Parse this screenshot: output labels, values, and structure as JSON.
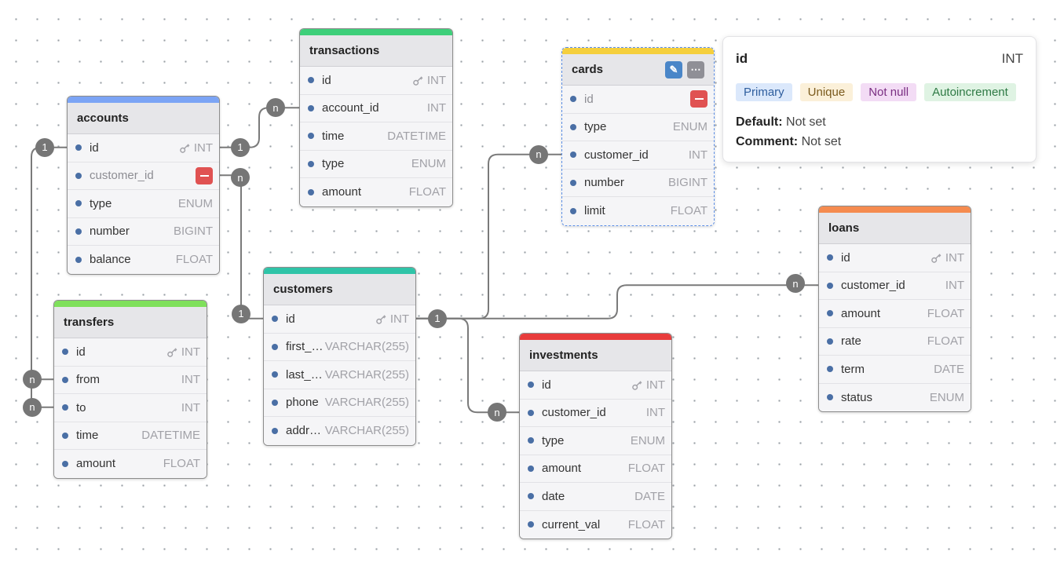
{
  "tables": [
    {
      "id": "accounts",
      "name": "accounts",
      "color": "#7ba4f5",
      "fields": [
        {
          "name": "id",
          "type": "INT",
          "pk": true
        },
        {
          "name": "customer_id",
          "type": "",
          "dim": true,
          "delete": true
        },
        {
          "name": "type",
          "type": "ENUM"
        },
        {
          "name": "number",
          "type": "BIGINT"
        },
        {
          "name": "balance",
          "type": "FLOAT"
        }
      ]
    },
    {
      "id": "transactions",
      "name": "transactions",
      "color": "#3ecf7a",
      "fields": [
        {
          "name": "id",
          "type": "INT",
          "pk": true
        },
        {
          "name": "account_id",
          "type": "INT"
        },
        {
          "name": "time",
          "type": "DATETIME"
        },
        {
          "name": "type",
          "type": "ENUM"
        },
        {
          "name": "amount",
          "type": "FLOAT"
        }
      ]
    },
    {
      "id": "cards",
      "name": "cards",
      "color": "#f5cf3d",
      "selected": true,
      "fields": [
        {
          "name": "id",
          "type": "",
          "dim": true,
          "delete": true
        },
        {
          "name": "type",
          "type": "ENUM"
        },
        {
          "name": "customer_id",
          "type": "INT"
        },
        {
          "name": "number",
          "type": "BIGINT"
        },
        {
          "name": "limit",
          "type": "FLOAT"
        }
      ]
    },
    {
      "id": "loans",
      "name": "loans",
      "color": "#f58b4f",
      "fields": [
        {
          "name": "id",
          "type": "INT",
          "pk": true
        },
        {
          "name": "customer_id",
          "type": "INT"
        },
        {
          "name": "amount",
          "type": "FLOAT"
        },
        {
          "name": "rate",
          "type": "FLOAT"
        },
        {
          "name": "term",
          "type": "DATE"
        },
        {
          "name": "status",
          "type": "ENUM"
        }
      ]
    },
    {
      "id": "transfers",
      "name": "transfers",
      "color": "#7fe05b",
      "fields": [
        {
          "name": "id",
          "type": "INT",
          "pk": true
        },
        {
          "name": "from",
          "type": "INT"
        },
        {
          "name": "to",
          "type": "INT"
        },
        {
          "name": "time",
          "type": "DATETIME"
        },
        {
          "name": "amount",
          "type": "FLOAT"
        }
      ]
    },
    {
      "id": "customers",
      "name": "customers",
      "color": "#2fc4a8",
      "fields": [
        {
          "name": "id",
          "type": "INT",
          "pk": true
        },
        {
          "name": "first_name",
          "type": "VARCHAR(255)"
        },
        {
          "name": "last_name",
          "type": "VARCHAR(255)"
        },
        {
          "name": "phone",
          "type": "VARCHAR(255)"
        },
        {
          "name": "address",
          "type": "VARCHAR(255)"
        }
      ]
    },
    {
      "id": "investments",
      "name": "investments",
      "color": "#e83c3c",
      "fields": [
        {
          "name": "id",
          "type": "INT",
          "pk": true
        },
        {
          "name": "customer_id",
          "type": "INT"
        },
        {
          "name": "type",
          "type": "ENUM"
        },
        {
          "name": "amount",
          "type": "FLOAT"
        },
        {
          "name": "date",
          "type": "DATE"
        },
        {
          "name": "current_val",
          "type": "FLOAT"
        }
      ]
    }
  ],
  "relations": [
    {
      "from": "transactions.account_id",
      "to": "accounts.id",
      "from_card": "n",
      "to_card": "1"
    },
    {
      "from": "transfers.from",
      "to": "accounts.id",
      "from_card": "n",
      "to_card": "1"
    },
    {
      "from": "transfers.to",
      "to": "accounts.id",
      "from_card": "n",
      "to_card": "1"
    },
    {
      "from": "accounts.customer_id",
      "to": "customers.id",
      "from_card": "n",
      "to_card": "1"
    },
    {
      "from": "cards.customer_id",
      "to": "customers.id",
      "from_card": "n",
      "to_card": "1"
    },
    {
      "from": "loans.customer_id",
      "to": "customers.id",
      "from_card": "n",
      "to_card": "1"
    },
    {
      "from": "investments.customer_id",
      "to": "customers.id",
      "from_card": "n",
      "to_card": "1"
    }
  ],
  "tooltip": {
    "field_name": "id",
    "field_type": "INT",
    "chips": [
      {
        "label": "Primary",
        "bg": "#dbe8fb",
        "fg": "#2f5e9e"
      },
      {
        "label": "Unique",
        "bg": "#fbf0d9",
        "fg": "#7a5a1c"
      },
      {
        "label": "Not null",
        "bg": "#f3dcf5",
        "fg": "#7a2f82"
      },
      {
        "label": "Autoincrement",
        "bg": "#dff3e3",
        "fg": "#2f7a45"
      }
    ],
    "default_label": "Default:",
    "default_value": "Not set",
    "comment_label": "Comment:",
    "comment_value": "Not set"
  },
  "colors": {
    "line": "#7a7a7a",
    "badge": "#767676",
    "accent": "#4a86c8"
  }
}
